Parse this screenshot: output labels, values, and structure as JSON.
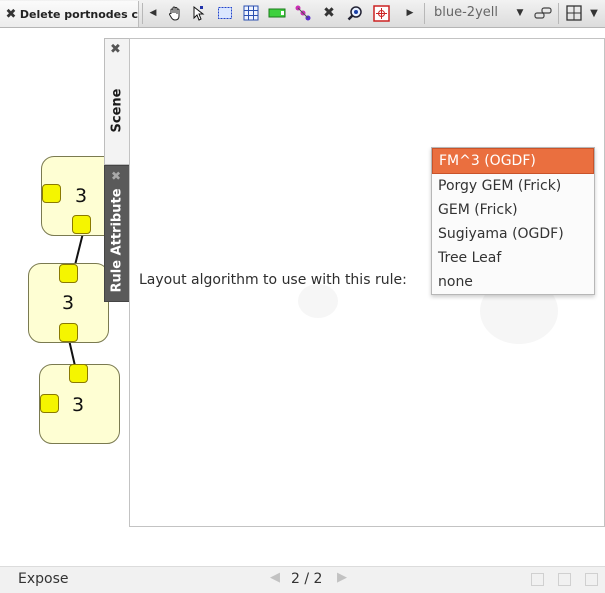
{
  "toolbar": {
    "tab_label": "Delete portnodes c",
    "icons": [
      "scroll-left-icon",
      "hand-icon",
      "select-pointer-icon",
      "rectangle-select-icon",
      "grid-select-icon",
      "port-icon",
      "node-link-icon",
      "delete-icon",
      "zoom-icon",
      "snapshot-icon",
      "scroll-right-icon",
      "dock-icon"
    ],
    "combo_value": "blue-2yell"
  },
  "graph": {
    "nodes": [
      {
        "label": "3"
      },
      {
        "label": "3"
      },
      {
        "label": "3"
      }
    ]
  },
  "side_tabs": {
    "scene_label": "Scene",
    "rule_attribute_label": "Rule Attribute"
  },
  "panel": {
    "form_label": "Layout algorithm to use with this rule:",
    "options": [
      "FM^3 (OGDF)",
      "Porgy GEM (Frick)",
      "GEM (Frick)",
      "Sugiyama (OGDF)",
      "Tree Leaf",
      "none"
    ],
    "selected": "FM^3 (OGDF)"
  },
  "status": {
    "mode": "Expose",
    "page": "2 / 2"
  },
  "colors": {
    "selection": "#ea6f3f",
    "node_fill": "#fefed3",
    "port_fill": "#f5f500"
  }
}
